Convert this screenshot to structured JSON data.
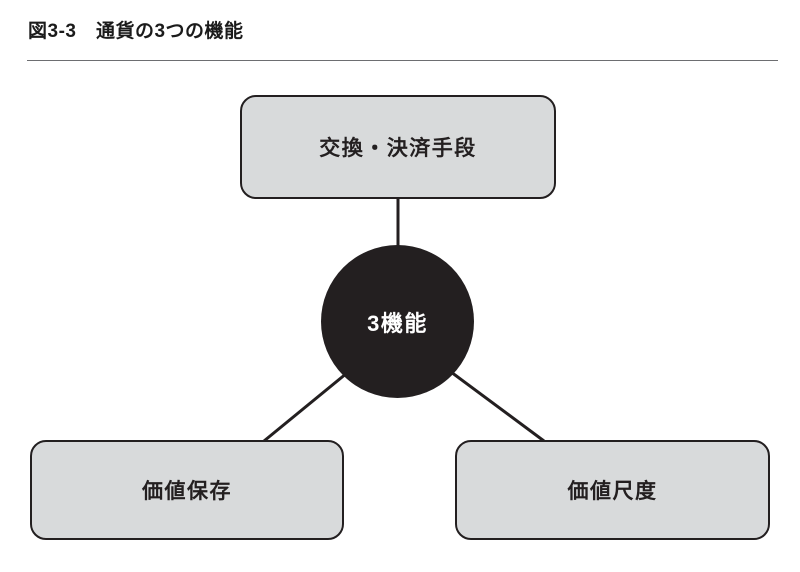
{
  "figure": {
    "title": "図3-3　通貨の3つの機能",
    "number": "図3-3",
    "caption": "通貨の3つの機能"
  },
  "diagram": {
    "type": "hub-and-spoke",
    "center": {
      "id": "center",
      "label": "3機能",
      "shape": "circle",
      "fill": "#231f20",
      "text_color": "#ffffff"
    },
    "nodes": [
      {
        "id": "exchange",
        "label": "交換・決済手段",
        "shape": "rounded-rect",
        "position": "top",
        "fill": "#d8dadb",
        "border_color": "#231f20",
        "text_color": "#231f20"
      },
      {
        "id": "store",
        "label": "価値保存",
        "shape": "rounded-rect",
        "position": "bottom-left",
        "fill": "#d8dadb",
        "border_color": "#231f20",
        "text_color": "#231f20"
      },
      {
        "id": "measure",
        "label": "価値尺度",
        "shape": "rounded-rect",
        "position": "bottom-right",
        "fill": "#d8dadb",
        "border_color": "#231f20",
        "text_color": "#231f20"
      }
    ],
    "connectors": [
      {
        "id": "center-to-exchange",
        "from": "center",
        "to": "exchange"
      },
      {
        "id": "center-to-store",
        "from": "center",
        "to": "store"
      },
      {
        "id": "center-to-measure",
        "from": "center",
        "to": "measure"
      }
    ],
    "colors": {
      "box_fill": "#d8dadb",
      "line": "#231f20",
      "rule": "#6d6e71",
      "background": "#ffffff"
    }
  }
}
